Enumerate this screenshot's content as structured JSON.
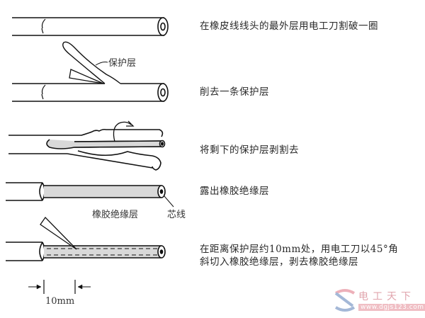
{
  "steps": [
    {
      "caption": "在橡皮线线头的最外层用电工刀割破一圈"
    },
    {
      "caption": "削去一条保护层"
    },
    {
      "caption": "将剩下的保护层剥割去"
    },
    {
      "caption": "露出橡胶绝缘层"
    },
    {
      "caption_line1": "在距离保护层约10mm处，用电工刀以45°角",
      "caption_line2": "斜切入橡胶绝缘层，剥去橡胶绝缘层"
    }
  ],
  "labels": {
    "protective_layer": "保护层",
    "rubber_insulation": "橡胶绝缘层",
    "core_wire": "芯线",
    "dimension": "10mm"
  },
  "watermark": {
    "title": "电工天下",
    "url": "www.dgjs123.com"
  },
  "colors": {
    "line": "#111111",
    "insulation_fill": "#d9d9d9",
    "watermark_red": "#c85a6a",
    "watermark_blue": "#5a7fb8"
  }
}
